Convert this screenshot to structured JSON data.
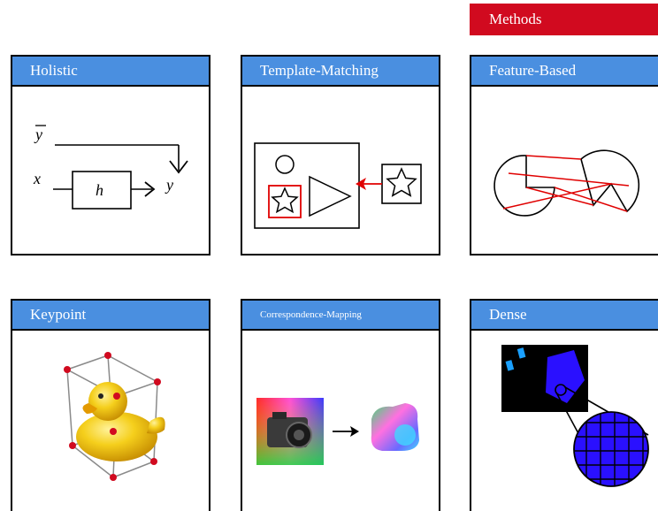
{
  "methods_label": "Methods",
  "panels": {
    "holistic": {
      "title": "Holistic",
      "y_bar": "y",
      "x": "x",
      "h": "h",
      "y": "y"
    },
    "template": {
      "title": "Template-Matching"
    },
    "feature": {
      "title": "Feature-Based"
    },
    "keypoint": {
      "title": "Keypoint"
    },
    "correspondence": {
      "title": "Correspondence-Mapping"
    },
    "dense": {
      "title": "Dense"
    }
  },
  "colors": {
    "header_blue": "#4a8fe0",
    "methods_red": "#d10a1f",
    "match_red": "#e00000",
    "dense_blue": "#2a10ff"
  }
}
